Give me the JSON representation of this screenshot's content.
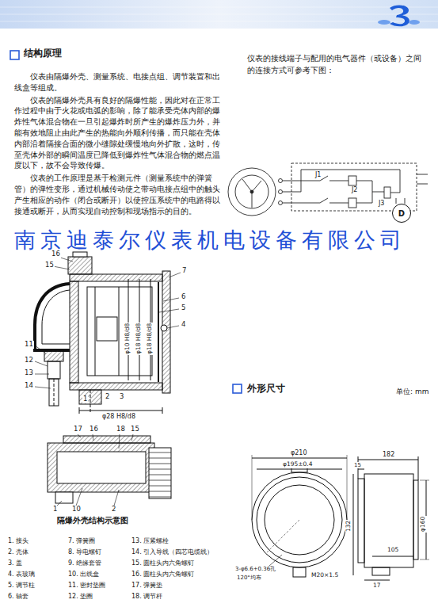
{
  "diagram": {
    "title": "结构原理",
    "caption": "隔爆外壳结构示意图",
    "nodes": [
      {
        "text": [
          "D"
        ]
      }
    ],
    "labels": [
      "仪表由隔爆外壳、测量系统、电接点组、调节装置和出线盒等组成。",
      "仪表的隔爆外壳具有良好的隔爆性能，因此对在正常工作过程中由于火花或电弧的影响，除了能承受壳体内部的爆炸性气体混合物在一旦引起爆炸时所产生的爆炸压力外，并能有效地阻止由此产生的热能向外顺利传播，而只能在壳体内部沿着隔接合面的微小缝隙处缓慢地向外扩散，这时，传至壳体外部的瞬间温度已降低到爆炸性气体混合物的燃点温度以下，故不会导致传爆。",
      "仪表的工作原理是基于检测元件（测量系统中的弹簧管）的弹性变形，通过机械传动使之带动电接点组中的触头产生相应的动作（闭合或断开）以使控压系统中的电路得以接通或断开，从而实现自动控制和现场指示的目的。",
      "仪表的接线端子与配用的电气器件（或设备）之间的连接方式可参考下图：",
      "南京迪泰尔仪表机电设备有限公司",
      "外形尺寸",
      "单位: mm",
      "J1",
      "J2",
      "J3",
      "16",
      "15",
      "7",
      "6",
      "5",
      "4",
      "11",
      "12",
      "13",
      "14",
      "1",
      "2",
      "3",
      "φ10 H8/d8",
      "φ18 H8/d8",
      "φ18 H8/d8",
      "φ28 H8/d8",
      "17",
      "16",
      "18",
      "15",
      "1",
      "10",
      "2",
      "1. 接头",
      "2. 壳体",
      "3. 盖",
      "4. 表玻璃",
      "5. 调节柱",
      "6. 轴套",
      "7. 弹簧圈",
      "8. 导电螺钉",
      "9. 绝缘套管",
      "10. 出线盒",
      "11. 密封垫圈",
      "12. 垫圈",
      "13. 压紧螺栓",
      "14. 引入导线（四芯电缆线）",
      "15. 圆柱头内六角螺钉",
      "16. 圆柱头内六角螺钉",
      "17. 弹簧垫",
      "18. 调节杆",
      "φ210",
      "φ195±0.4",
      "182",
      "15",
      "φ160",
      "132",
      "105",
      "3-φ6.6+0.36孔",
      "120°均布",
      "M20×1.5",
      "17"
    ]
  }
}
